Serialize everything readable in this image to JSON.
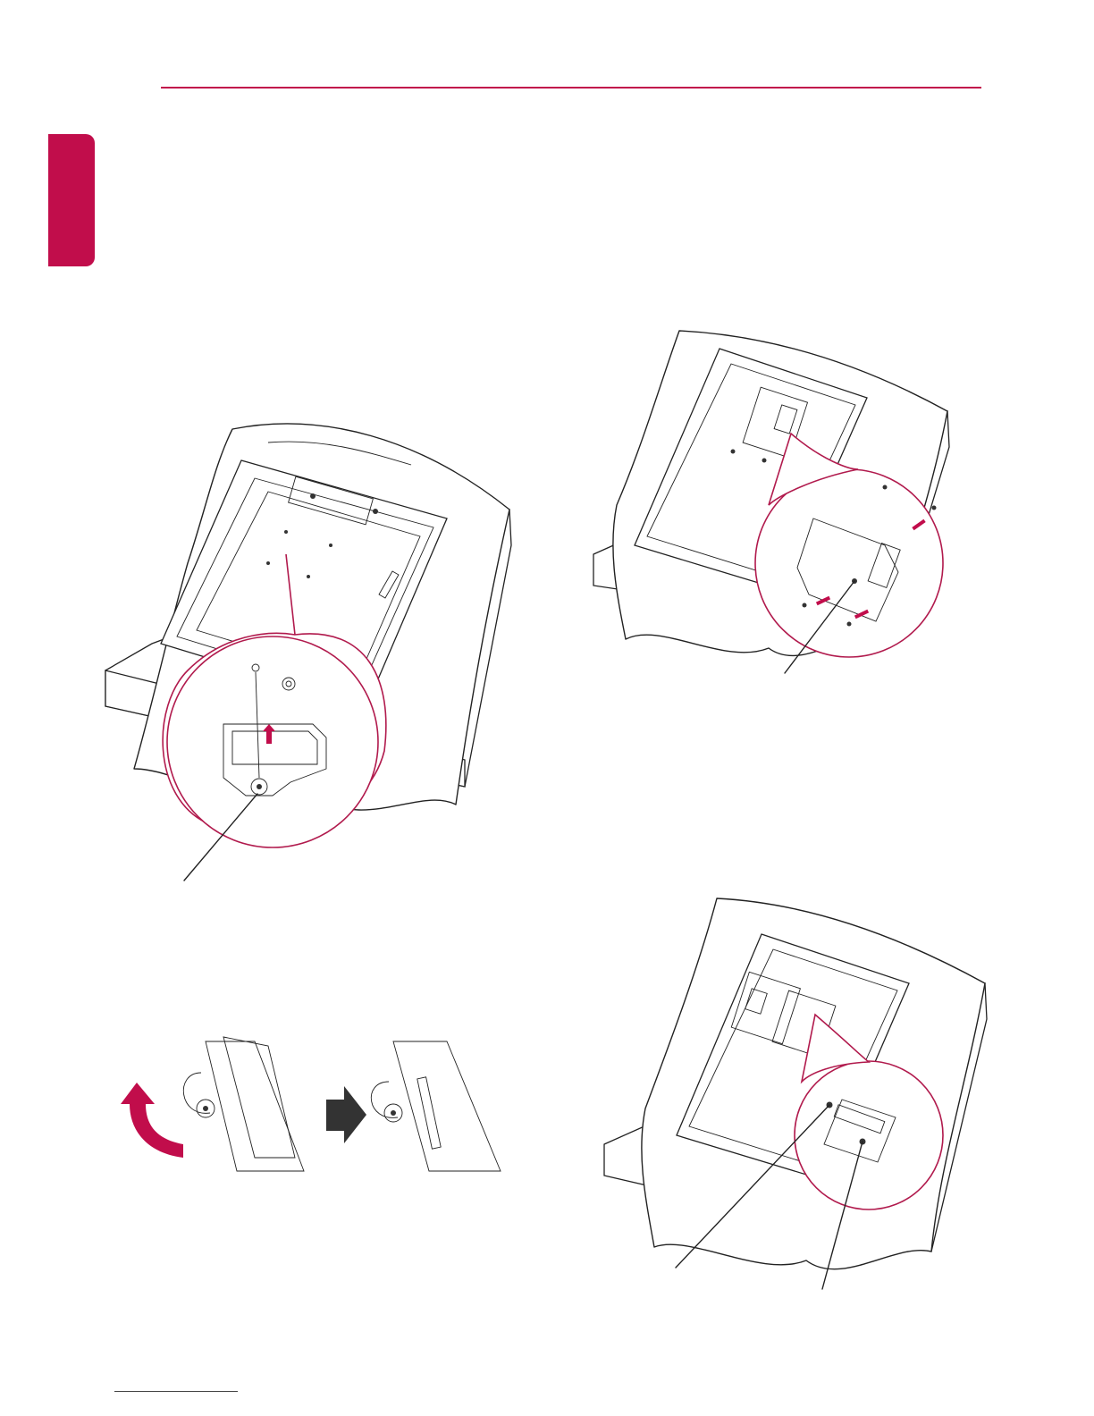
{
  "page": {
    "header_rule_color": "#c10d4b",
    "tab_color": "#c10d4b",
    "callout_ring_color": "#b11a4d",
    "arrow_accent_color": "#c10d4b"
  },
  "figures": [
    {
      "id": "fig-remove-cover",
      "icon": "monitor-back-cover-removal"
    },
    {
      "id": "fig-attach-module",
      "icon": "monitor-back-module-install"
    },
    {
      "id": "fig-flip-cover",
      "icon": "cover-flip-sequence"
    },
    {
      "id": "fig-connect-cable",
      "icon": "monitor-back-cable-connect"
    }
  ]
}
